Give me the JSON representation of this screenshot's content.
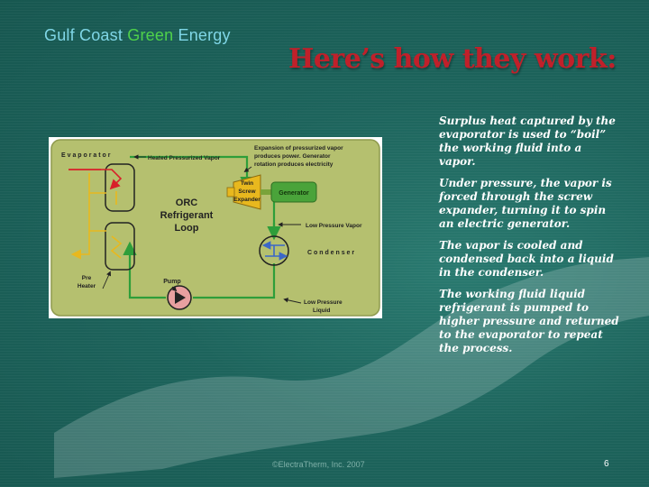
{
  "brand": {
    "part1": "Gulf Coast",
    "part2": "Green",
    "part3": "Energy"
  },
  "title": "Here’s how they work:",
  "diagram": {
    "evaporator": "E v a p o r a t o r",
    "heated_vapor": "Heated Pressurized Vapor",
    "expansion_line1": "Expansion of pressurized vapor",
    "expansion_line2": "produces power. Generator",
    "expansion_line3": "rotation produces electricity",
    "expander_line1": "Twin",
    "expander_line2": "Screw",
    "expander_line3": "Expander",
    "generator": "Generator",
    "orc_line1": "ORC",
    "orc_line2": "Refrigerant",
    "orc_line3": "Loop",
    "low_pressure_vapor": "Low Pressure Vapor",
    "condenser": "C o n d e n s e r",
    "pre_line1": "Pre",
    "pre_line2": "Heater",
    "pump": "Pump",
    "low_liquid_line1": "Low Pressure",
    "low_liquid_line2": "Liquid",
    "colors": {
      "panel": "#b5c06f",
      "loop": "#2e9e3a",
      "hot": "#d8202a",
      "warm": "#e8b81e",
      "cold": "#3b67c8"
    }
  },
  "notes": [
    "Surplus heat captured by the evaporator is used to “boil” the working fluid into a vapor.",
    "Under pressure, the vapor is forced through the screw expander, turning it to spin an electric generator.",
    "The vapor is cooled and condensed back into a liquid in the condenser.",
    "The working fluid liquid refrigerant is pumped to higher pressure and returned to the evaporator to repeat the process."
  ],
  "footer": "©ElectraTherm, Inc. 2007",
  "page_number": "6"
}
